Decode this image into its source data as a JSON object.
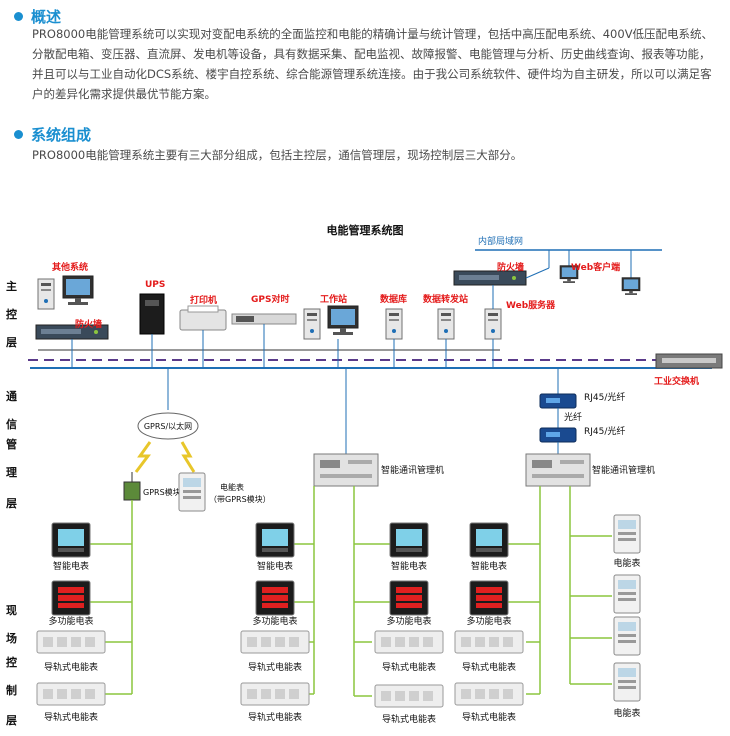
{
  "overview": {
    "title": "概述",
    "lines": [
      "PRO8000电能管理系统可以实现对变配电系统的全面监控和电能的精确计量与统计管理，包括中高压配电系统、400V低压配电系统、",
      "分散配电箱、变压器、直流屏、发电机等设备，具有数据采集、配电监视、故障报警、电能管理与分析、历史曲线查询、报表等功能，",
      "并且可以与工业自动化DCS系统、楼宇自控系统、综合能源管理系统连接。由于我公司系统软件、硬件均为自主研发，所以可以满足客",
      "户的差异化需求提供最优节能方案。"
    ]
  },
  "composition": {
    "title": "系统组成",
    "text": "PRO8000电能管理系统主要有三大部分组成，包括主控层，通信管理层，现场控制层三大部分。"
  },
  "diagram": {
    "title": "电能管理系统图",
    "layers": {
      "main": [
        "主",
        "控",
        "层"
      ],
      "comm": [
        "通",
        "信",
        "管",
        "理",
        "层"
      ],
      "field": [
        "现",
        "场",
        "控",
        "制",
        "层"
      ]
    },
    "top_labels": {
      "other_system": "其他系统",
      "firewall_left": "防火墙",
      "ups": "UPS",
      "printer": "打印机",
      "gps": "GPS对时",
      "workstation": "工作站",
      "database": "数据库",
      "data_forward": "数据转发站",
      "intranet": "内部局域网",
      "firewall_right": "防火墙",
      "web_client": "Web客户端",
      "web_server": "Web服务器",
      "industrial_switch": "工业交换机"
    },
    "comm_labels": {
      "gprs_net": "GPRS/以太网",
      "gprs_module": "GPRS模块",
      "meter_gprs_line1": "电能表",
      "meter_gprs_line2": "（带GPRS模块）",
      "rj45_fiber_1": "RJ45/光纤",
      "fiber": "光纤",
      "rj45_fiber_2": "RJ45/光纤",
      "comm_manager_1": "智能通讯管理机",
      "comm_manager_2": "智能通讯管理机"
    },
    "device_labels": {
      "smart_meter": "智能电表",
      "multi_meter": "多功能电表",
      "rail_meter": "导轨式电能表",
      "energy_meter": "电能表"
    },
    "colors": {
      "bus": "#1f6fb5",
      "network": "#333333",
      "field_wire": "#8cc63f",
      "dashed": "#5a3a8a",
      "label_red": "#e41b1b"
    }
  }
}
